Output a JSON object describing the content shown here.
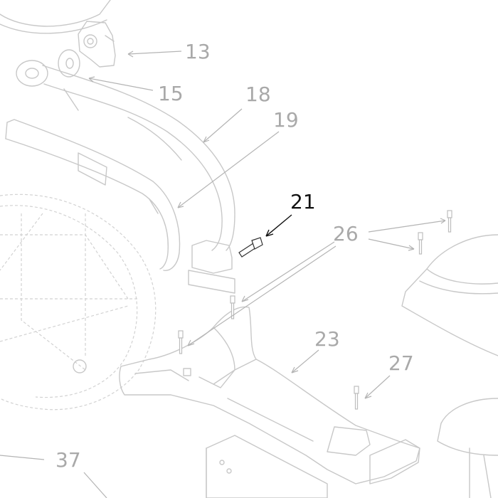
{
  "diagram": {
    "highlighted_callout": "21",
    "callouts": [
      {
        "id": "13",
        "label": "13"
      },
      {
        "id": "15",
        "label": "15"
      },
      {
        "id": "18",
        "label": "18"
      },
      {
        "id": "19",
        "label": "19"
      },
      {
        "id": "21",
        "label": "21"
      },
      {
        "id": "23",
        "label": "23"
      },
      {
        "id": "26",
        "label": "26"
      },
      {
        "id": "27",
        "label": "27"
      },
      {
        "id": "37",
        "label": "37"
      }
    ],
    "colors": {
      "highlight": "#111111",
      "faded": "#a9a9a9",
      "line_art": "#c8c8c8"
    }
  }
}
